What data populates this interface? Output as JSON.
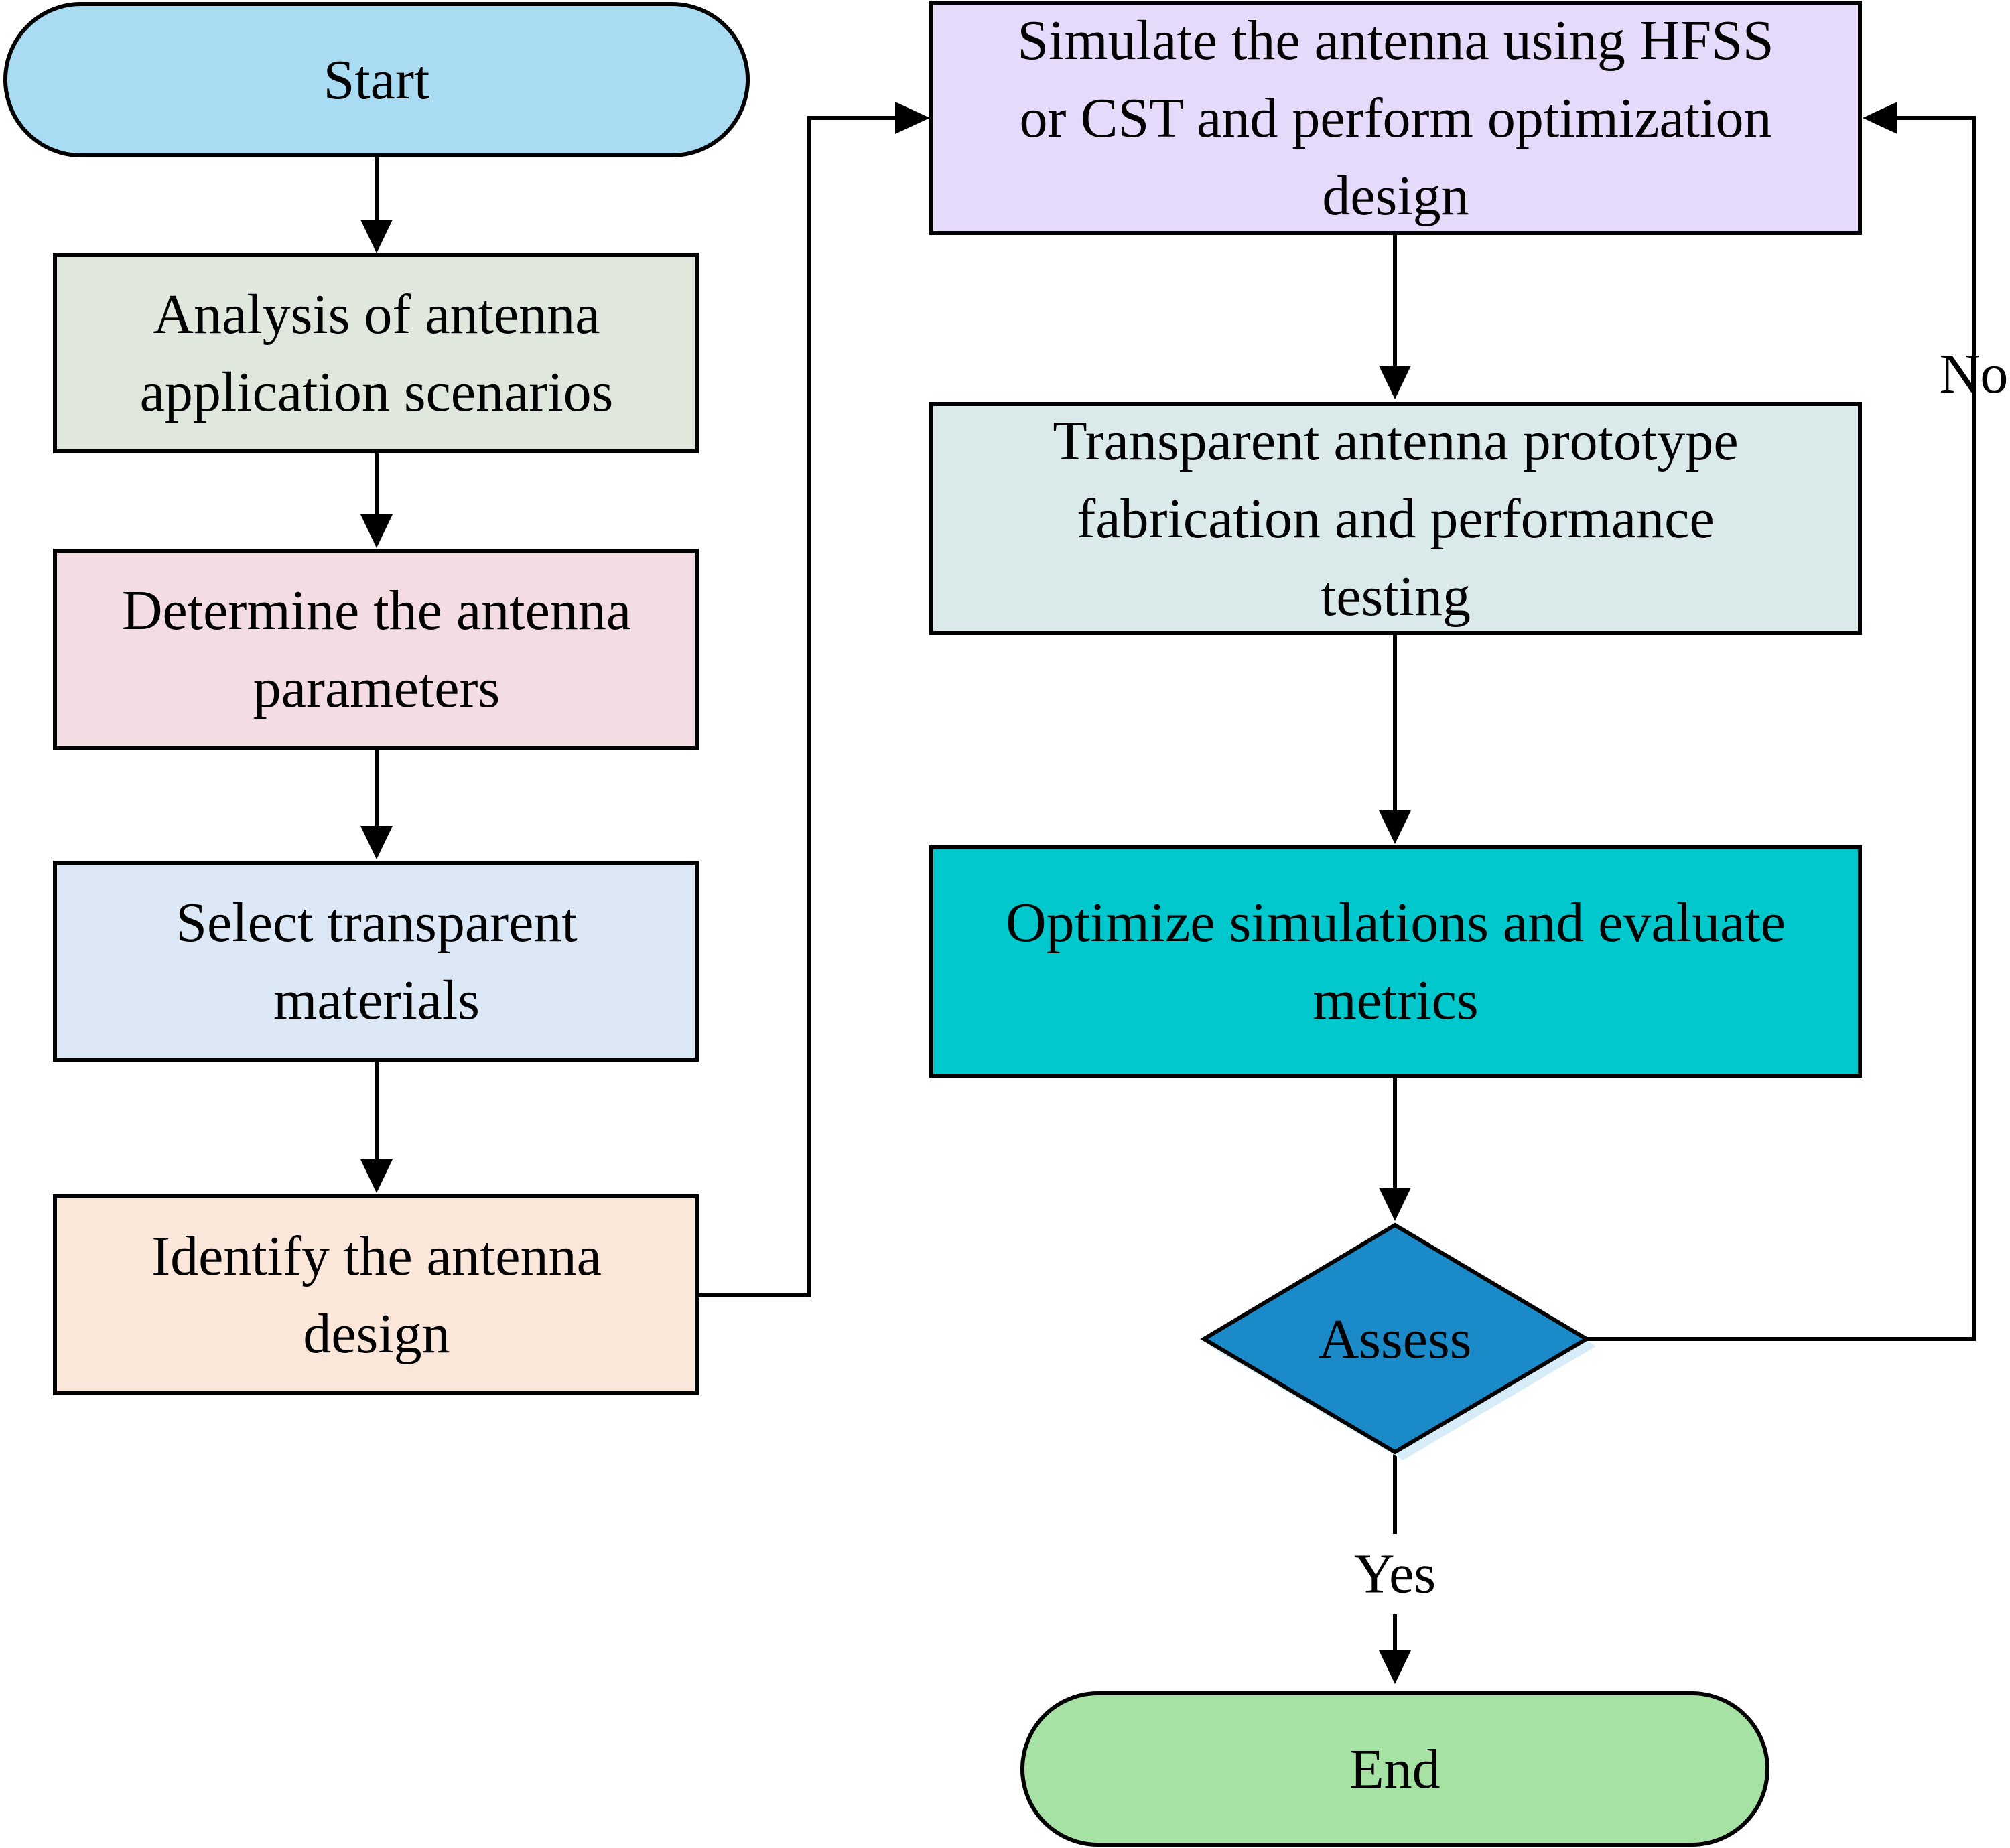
{
  "colors": {
    "stroke": "#000000",
    "start_fill": "#a9dcf3",
    "analysis_fill": "#e0e8de",
    "determine_fill": "#f4dde2",
    "select_fill": "#dde8f6",
    "identify_fill": "#fbe6da",
    "simulate_fill": "#e5dafa",
    "fabrication_fill": "#dae9ea",
    "optimize_fill": "#00c8cc",
    "assess_fill": "#1b8ac9",
    "end_fill": "#a6e2a3"
  },
  "nodes": {
    "start": {
      "lines": [
        "Start"
      ]
    },
    "analysis": {
      "lines": [
        "Analysis of antenna",
        "application scenarios"
      ]
    },
    "determine": {
      "lines": [
        "Determine the antenna",
        "parameters"
      ]
    },
    "select": {
      "lines": [
        "Select transparent",
        "materials"
      ]
    },
    "identify": {
      "lines": [
        "Identify the antenna",
        "design"
      ]
    },
    "simulate": {
      "lines": [
        "Simulate the antenna using HFSS",
        "or CST and perform optimization",
        "design"
      ]
    },
    "fabrication": {
      "lines": [
        "Transparent antenna prototype",
        "fabrication and performance",
        "testing"
      ]
    },
    "optimize": {
      "lines": [
        "Optimize simulations and evaluate",
        "metrics"
      ]
    },
    "assess": {
      "lines": [
        "Assess"
      ]
    },
    "end": {
      "lines": [
        "End"
      ]
    }
  },
  "edge_labels": {
    "no": "No",
    "yes": "Yes"
  }
}
